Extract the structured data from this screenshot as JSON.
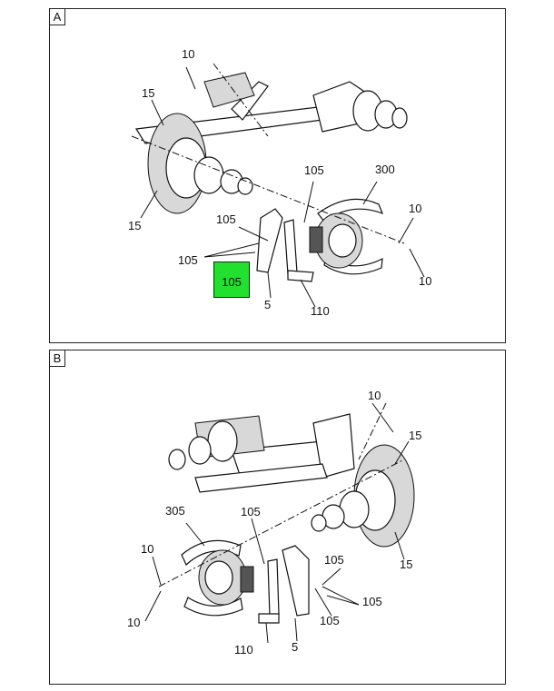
{
  "panels": [
    {
      "id": "A",
      "callouts": [
        {
          "text": "10"
        },
        {
          "text": "15"
        },
        {
          "text": "15"
        },
        {
          "text": "105"
        },
        {
          "text": "300"
        },
        {
          "text": "105"
        },
        {
          "text": "10"
        },
        {
          "text": "105"
        },
        {
          "text": "10"
        },
        {
          "text": "5"
        },
        {
          "text": "110"
        }
      ],
      "highlighted_callout": "105",
      "highlight_color": "#22e02e"
    },
    {
      "id": "B",
      "callouts": [
        {
          "text": "10"
        },
        {
          "text": "15"
        },
        {
          "text": "305"
        },
        {
          "text": "105"
        },
        {
          "text": "10"
        },
        {
          "text": "15"
        },
        {
          "text": "105"
        },
        {
          "text": "105"
        },
        {
          "text": "10"
        },
        {
          "text": "105"
        },
        {
          "text": "110"
        },
        {
          "text": "5"
        }
      ]
    }
  ]
}
